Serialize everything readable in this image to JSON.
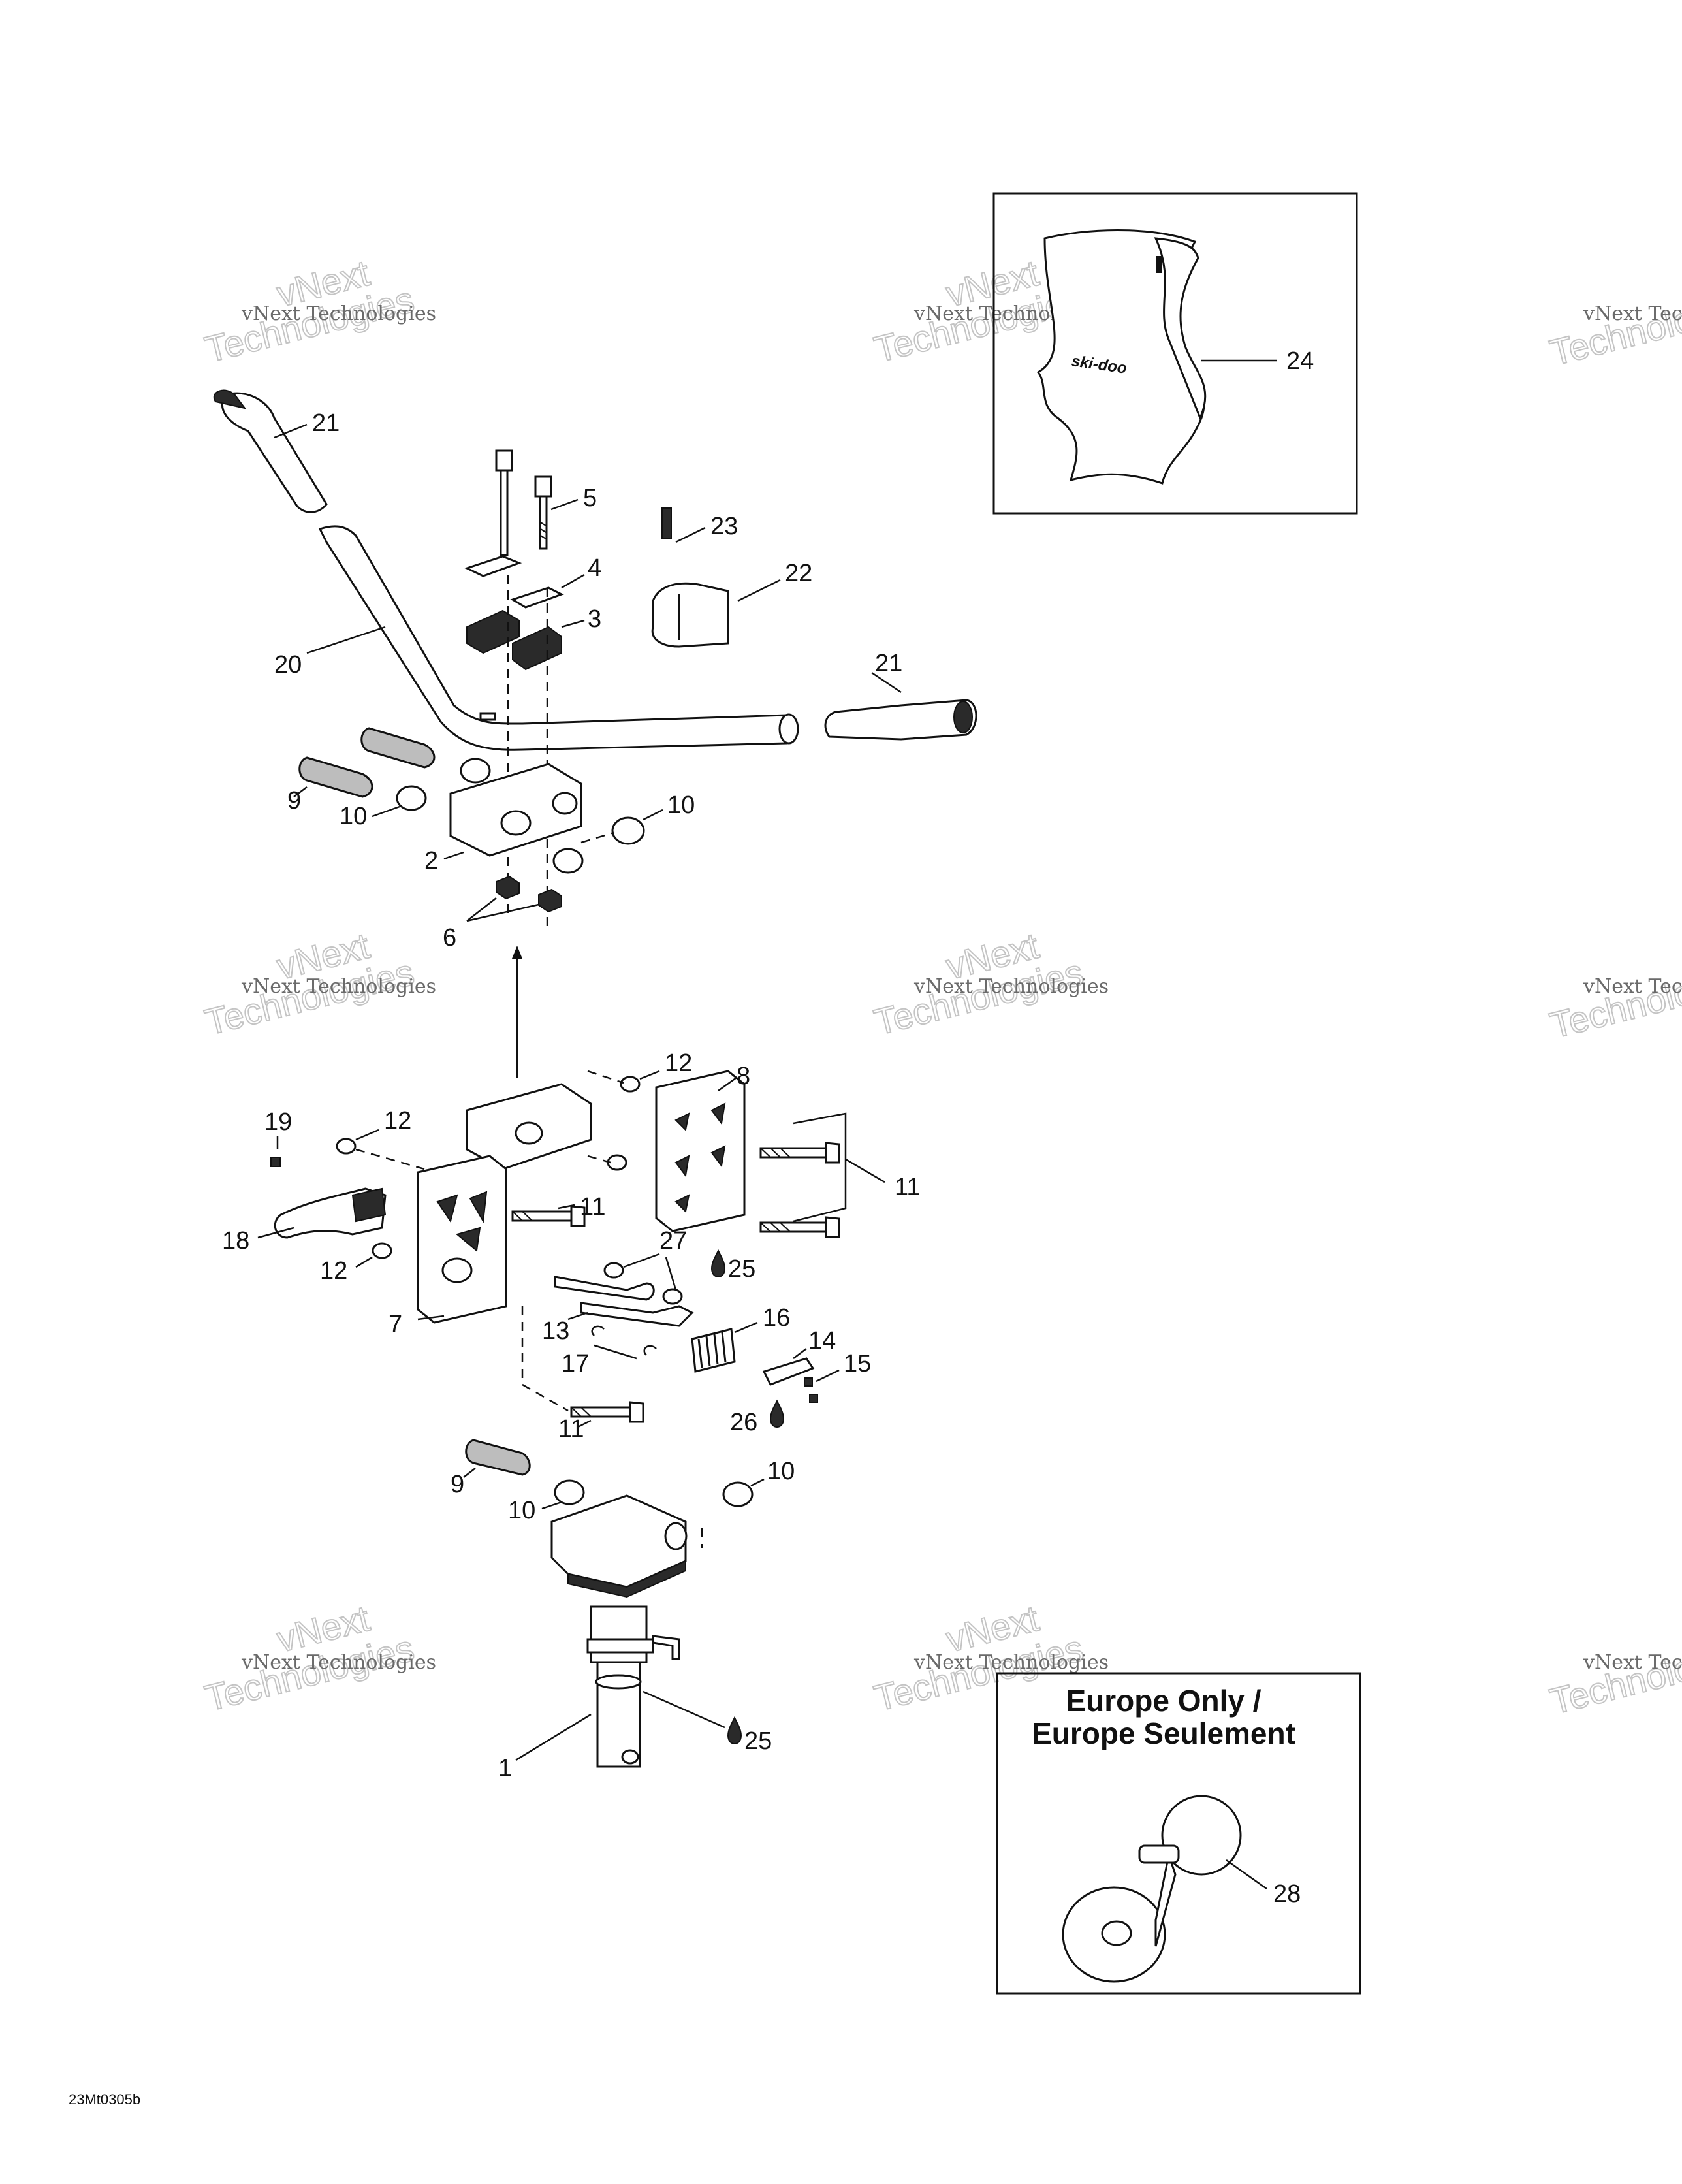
{
  "watermark": {
    "line1": "vNext Technologies",
    "line2": "Technologies",
    "line3": "vNext"
  },
  "callouts": {
    "c1": "1",
    "c2": "2",
    "c3": "3",
    "c4": "4",
    "c5": "5",
    "c6": "6",
    "c7": "7",
    "c8": "8",
    "c9a": "9",
    "c9b": "9",
    "c10a": "10",
    "c10b": "10",
    "c10c": "10",
    "c10d": "10",
    "c11a": "11",
    "c11b": "11",
    "c11c": "11",
    "c12a": "12",
    "c12b": "12",
    "c12c": "12",
    "c13": "13",
    "c14": "14",
    "c15": "15",
    "c16": "16",
    "c17": "17",
    "c18": "18",
    "c19": "19",
    "c20": "20",
    "c21a": "21",
    "c21b": "21",
    "c22": "22",
    "c23": "23",
    "c24": "24",
    "c25a": "25",
    "c25b": "25",
    "c26": "26",
    "c27": "27",
    "c28": "28"
  },
  "inset_europe": {
    "title_line1": "Europe Only /",
    "title_line2": "Europe Seulement"
  },
  "cover_logo_text": "ski-doo",
  "drawing_code": "23Mt0305b"
}
